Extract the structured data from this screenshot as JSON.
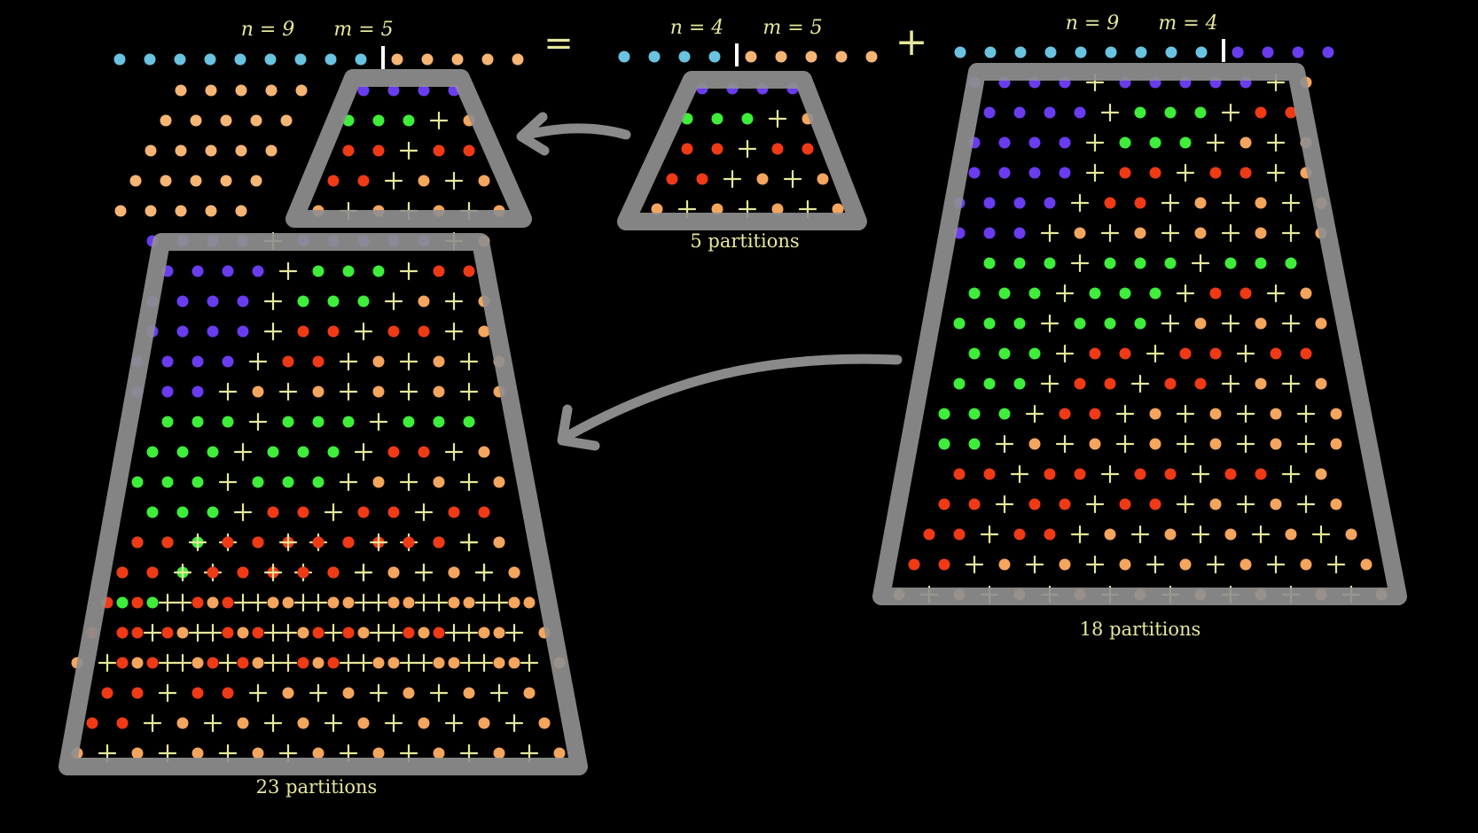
{
  "colors": {
    "background": "#000000",
    "blue": "#6ac3e0",
    "peach": "#f6b574",
    "orange": "#f4a55e",
    "purple": "#6a3cf0",
    "green": "#3fee3a",
    "red": "#f03a16",
    "divider": "#ffffff",
    "frame": "#8f8f8f",
    "text": "#e6e89a"
  },
  "equation": {
    "eq_sign": "=",
    "plus_sign": "+",
    "left": {
      "n_label": "n = 9",
      "m_label": "m = 5",
      "n": 9,
      "m": 5
    },
    "middle": {
      "n_label": "n = 4",
      "m_label": "m = 5",
      "n": 4,
      "m": 5
    },
    "right": {
      "n_label": "n = 9",
      "m_label": "m = 4",
      "n": 9,
      "m": 4
    }
  },
  "groups": {
    "small": {
      "caption": "5 partitions",
      "count": 5
    },
    "medium": {
      "caption": "18 partitions",
      "count": 18
    },
    "large": {
      "caption": "23 partitions",
      "count": 23
    }
  },
  "diagram": {
    "small_rows": [
      "PPPP",
      "GGG+O",
      "RR+RR",
      "RR+O+O",
      "O+O+O+O"
    ],
    "medium_rows": [
      "PPPP+PPPPP+O",
      "PPPP+GGG+RR",
      "PPPP+GGG+O+O",
      "PPPP+RR+RR+O",
      "PPPP+RR+O+O+O",
      "PPP+O+O+O+O+O",
      "GGG+GGG+GGG",
      "GGG+GGG+RR+O",
      "GGG+GGG+O+O+O",
      "GGG+RR+RR+RR",
      "GGG+RR+RR+O+O",
      "GGG+RR+O+O+O+O",
      "GG+O+O+O+O+O+O",
      "RR+RR+RR+RR+O",
      "RR+RR+RR+O+O+O",
      "RR+RR+O+O+O+O+O",
      "RR+O+O+O+O+O+O+O",
      "O+O+O+O+O+O+O+O+O"
    ],
    "overlay_rows": [
      "PPPP",
      "GGG+O",
      "RR+RR",
      "RR+O+O",
      "O+O+O+O"
    ]
  }
}
